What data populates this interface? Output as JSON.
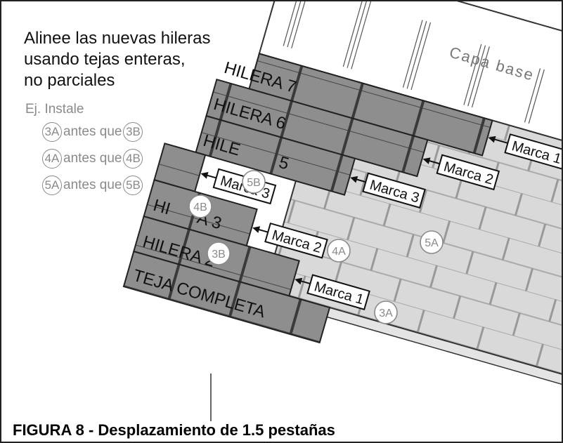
{
  "instruction": [
    "Alinee las nuevas hileras",
    "usando tejas enteras,",
    "no parciales"
  ],
  "example": {
    "title": "Ej. Instale",
    "rows": [
      {
        "first": "3A",
        "connector": "antes que",
        "second": "3B"
      },
      {
        "first": "4A",
        "connector": "antes que",
        "second": "4B"
      },
      {
        "first": "5A",
        "connector": "antes que",
        "second": "5B"
      }
    ]
  },
  "underlayment_label": "Capa base",
  "course_labels": {
    "row7": "HILERA 7",
    "row6": "HILERA 6",
    "row5": "HILE",
    "row5_tail": "5",
    "row3": "HI",
    "row3_tail": "A 3",
    "row2": "HILERA 2",
    "starter": "TEJA COMPLETA"
  },
  "marks": {
    "r1": "Marca 1",
    "r2": "Marca 2",
    "r3": "Marca 3",
    "l3": "Marca 3",
    "l2": "Marca 2",
    "l1": "Marca 1"
  },
  "step_circles": {
    "c5b": "5B",
    "c4b": "4B",
    "c3b": "3B",
    "c4a": "4A",
    "c5a": "5A",
    "c3a": "3A"
  },
  "caption": "FIGURA 8 - Desplazamiento de 1.5 pestañas",
  "colors": {
    "dark_shingle": "#8f8f8f",
    "light_shingle": "#d6d6d6",
    "underlayment": "#ffffff",
    "outline": "#222222",
    "label_gray": "#8a8a8a"
  }
}
